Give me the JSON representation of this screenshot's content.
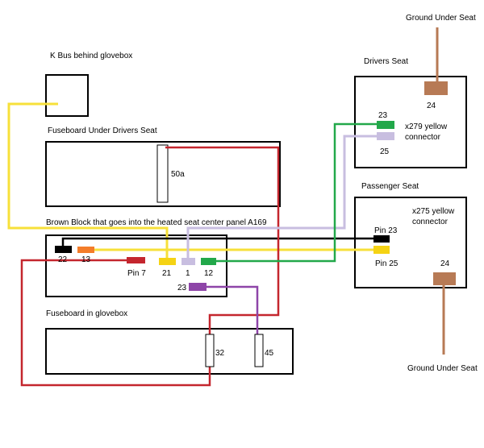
{
  "labels": {
    "kbus": "K Bus behind glovebox",
    "fuseboard_drivers": "Fuseboard Under Drivers Seat",
    "fuse_50a": "50a",
    "brown_block": "Brown Block that goes into the heated seat center panel  A169",
    "fuseboard_glovebox": "Fuseboard in glovebox",
    "fuse_32": "32",
    "fuse_45": "45",
    "drivers_seat": "Drivers Seat",
    "passenger_seat": "Passenger Seat",
    "ground_top": "Ground Under Seat",
    "ground_bottom": "Ground Under Seat",
    "x279_line1": "x279 yellow",
    "x279_line2": "connector",
    "x275_line1": "x275 yellow",
    "x275_line2": "connector",
    "drivers_pin_24": "24",
    "drivers_pin_23": "23",
    "drivers_pin_25": "25",
    "passenger_pin_23": "Pin 23",
    "passenger_pin_25": "Pin 25",
    "passenger_pin_24": "24",
    "block_pin_22": "22",
    "block_pin_13": "13",
    "block_pin_7": "Pin 7",
    "block_pin_21": "21",
    "block_pin_1": "1",
    "block_pin_12": "12",
    "block_pin_23": "23"
  },
  "colors": {
    "yellow_wire": "#f7e03a",
    "red_wire": "#c4262e",
    "black_wire": "#000000",
    "lavender_wire": "#c8bee0",
    "green_wire": "#22a84a",
    "purple_wire": "#8e45a8",
    "orange_pin": "#f47d2a",
    "brown_ground": "#b77a55",
    "yellow_pin": "#f5d314"
  }
}
